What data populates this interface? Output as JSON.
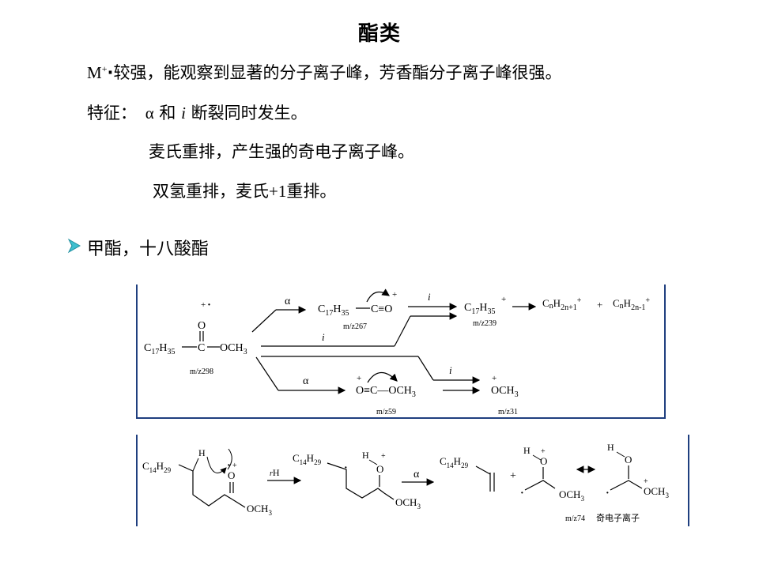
{
  "title": "酯类",
  "line1": {
    "m": "M",
    "sup": "+",
    "dot": "·",
    "text": "较强，能观察到显著的分子离子峰，芳香酯分子离子峰很强。"
  },
  "line2": {
    "label": "特征：",
    "alpha": "α",
    "and": "和",
    "i": "i",
    "text": "断裂同时发生。"
  },
  "line3": "麦氏重排，产生强的奇电子离子峰。",
  "line4": {
    "a": "双氢重排，麦氏",
    "plus1": "+1",
    "b": "重排。"
  },
  "bullet_text": "甲酯，十八酸酯",
  "scheme1": {
    "parent_c17": "C",
    "parent_c17_sub": "17",
    "parent_h": "H",
    "parent_h_sub": "35",
    "parent_och": "OCH",
    "parent_och_sub": "3",
    "o_label": "O",
    "c_label": "C",
    "charge": "+",
    "radical": "·",
    "mz298": "m/z298",
    "alpha": "α",
    "i": "i",
    "acylium_c17": "C",
    "acylium_c17_sub": "17",
    "acylium_h": "H",
    "acylium_h_sub": "35",
    "acylium_co": "C≡O",
    "mz267": "m/z267",
    "alkyl_c17": "C",
    "alkyl_c17_sub": "17",
    "alkyl_h": "H",
    "alkyl_h_sub": "35",
    "mz239": "m/z239",
    "frag1": "C",
    "frag1_n": "n",
    "frag1_h": "H",
    "frag1_sub": "2n+1",
    "plus": "+",
    "frag2": "C",
    "frag2_n": "n",
    "frag2_h": "H",
    "frag2_sub": "2n-1",
    "ester_ion": "O≡C—OCH",
    "ester_ion_sub": "3",
    "mz59": "m/z59",
    "methoxy": "OCH",
    "methoxy_sub": "3",
    "mz31": "m/z31"
  },
  "scheme2": {
    "c14": "C",
    "c14_sub": "14",
    "h": "H",
    "h_sub": "29",
    "och": "OCH",
    "och_sub": "3",
    "o_label": "O",
    "h_label": "H",
    "plus": "+",
    "radical": "·",
    "rh": "H",
    "rh_r": "r",
    "alpha": "α",
    "mz74": "m/z74",
    "odd_ion_label": "奇电子离子"
  }
}
